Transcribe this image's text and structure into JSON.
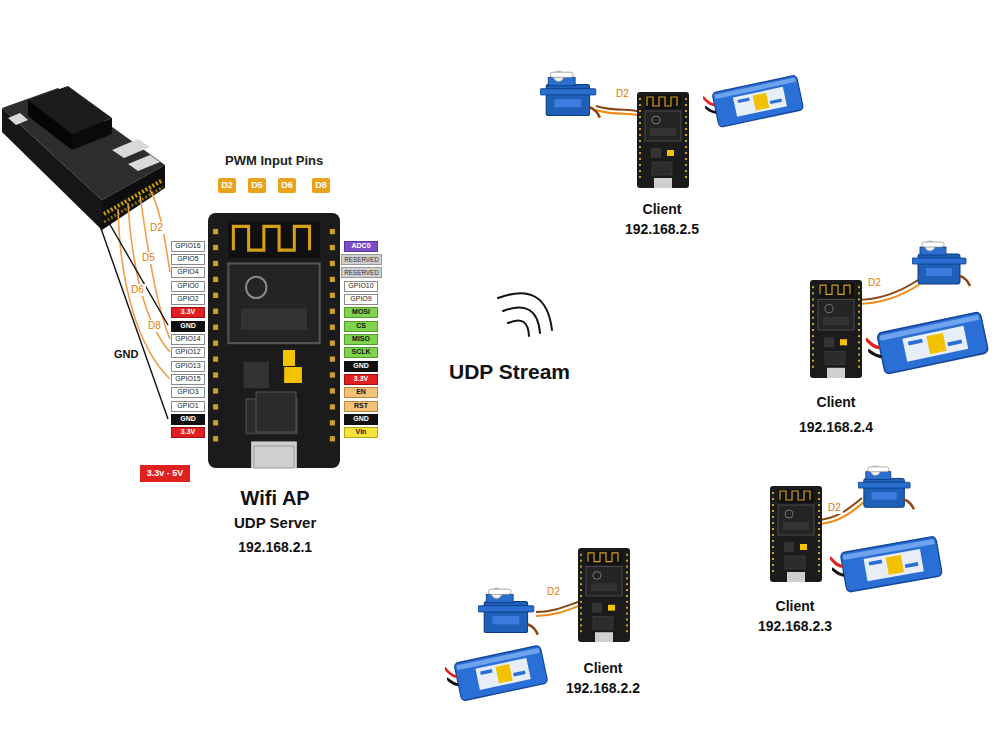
{
  "diagram": {
    "nodes": [
      {
        "text": [
          "Wifi AP",
          "UDP Server",
          "192.168.2.1"
        ]
      },
      {
        "text": [
          "Client",
          "192.168.2.5"
        ]
      },
      {
        "text": [
          "Client",
          "192.168.2.4"
        ]
      },
      {
        "text": [
          "Client",
          "192.168.2.3"
        ]
      },
      {
        "text": [
          "Client",
          "192.168.2.2"
        ]
      }
    ],
    "labels": [
      "PWM Input Pins",
      "D2",
      "D5",
      "D6",
      "D8",
      "D2",
      "D5",
      "D6",
      "D8",
      "GND",
      "GPIO16",
      "GPIO5",
      "GPIO4",
      "GPIO0",
      "GPIO2",
      "3.3V",
      "GND",
      "GPIO14",
      "GPIO12",
      "GPIO13",
      "GPIO15",
      "GPIO3",
      "GPIO1",
      "GND",
      "3.3V",
      "ADC0",
      "RESERVED",
      "RESERVED",
      "GPIO10",
      "GPIO9",
      "MOSI",
      "CS",
      "MISO",
      "SCLK",
      "GND",
      "3.3V",
      "EN",
      "RST",
      "GND",
      "Vin",
      "3.3v - 5V",
      "UDP Stream",
      "D2",
      "D2",
      "D2",
      "D2"
    ]
  }
}
